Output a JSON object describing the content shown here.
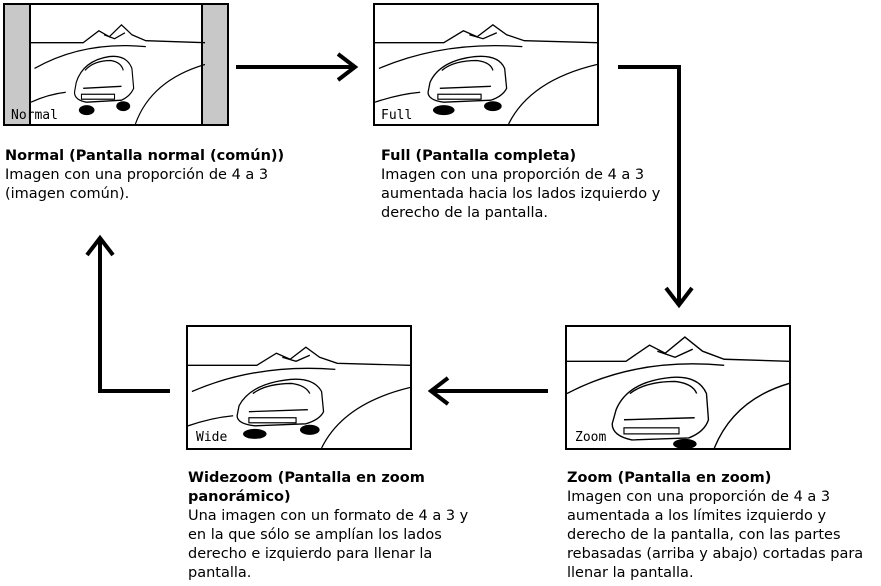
{
  "modes": [
    {
      "label": "Normal",
      "title": "Normal (Pantalla normal (común))",
      "description": "Imagen con una proporción de 4 a 3 (imagen común)."
    },
    {
      "label": "Full",
      "title": "Full (Pantalla completa)",
      "description": "Imagen con una proporción de 4 a 3 aumentada hacia los lados izquierdo y derecho de la pantalla."
    },
    {
      "label": "Zoom",
      "title": "Zoom (Pantalla en zoom)",
      "description": "Imagen con una proporción de 4 a 3 aumentada a los límites izquierdo y derecho de la pantalla, con las partes rebasadas (arriba y abajo) cortadas para llenar la pantalla."
    },
    {
      "label": "Wide",
      "title": "Widezoom (Pantalla en zoom panorámico)",
      "description": "Una imagen con un formato de 4 a 3 y en la que sólo se amplían los lados derecho e izquierdo para llenar la pantalla."
    }
  ],
  "colors": {
    "pillarbox": "#c8c8c8",
    "line": "#000000"
  }
}
